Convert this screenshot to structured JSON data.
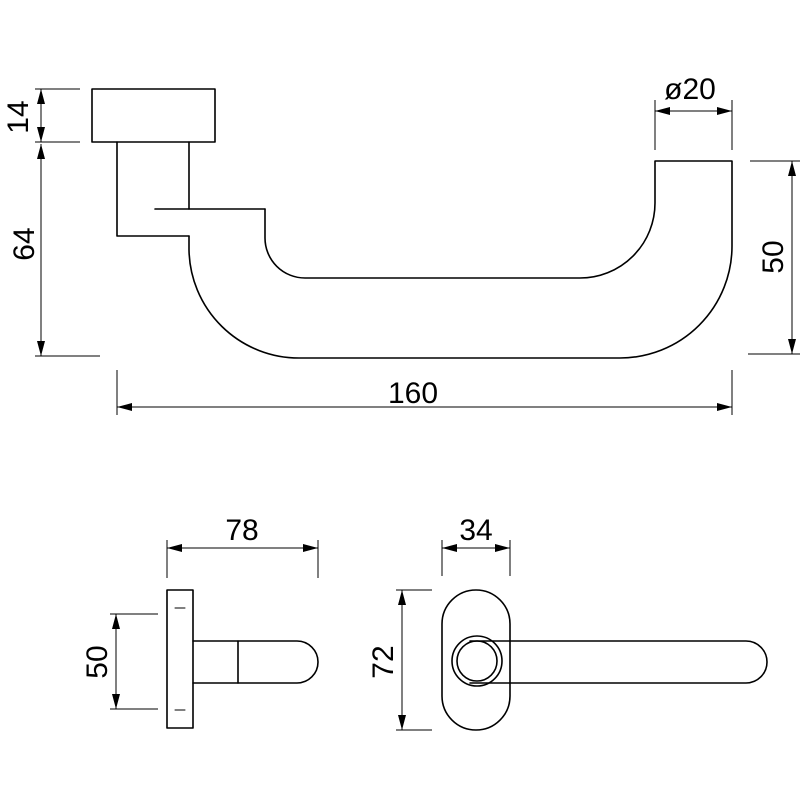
{
  "dimensions": {
    "rose_height": "14",
    "lever_height": "64",
    "bar_diameter": "ø20",
    "lever_drop": "50",
    "lever_length": "160",
    "side_projection": "78",
    "side_height": "50",
    "plate_width": "34",
    "plate_height": "72"
  }
}
